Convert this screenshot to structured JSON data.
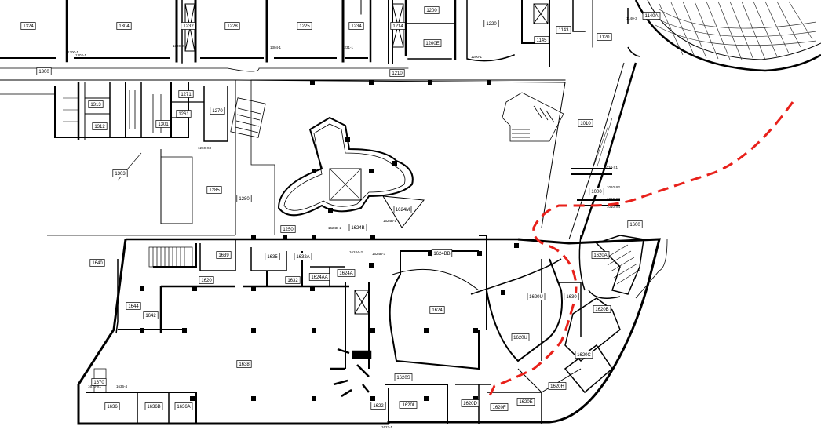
{
  "map": {
    "route_color": "#e8201a",
    "wall_color": "#000000",
    "rooms": [
      {
        "id": "r1324",
        "label": "1324"
      },
      {
        "id": "r1304",
        "label": "1304"
      },
      {
        "id": "r1232",
        "label": "1232"
      },
      {
        "id": "r1228",
        "label": "1228"
      },
      {
        "id": "r1225",
        "label": "1225"
      },
      {
        "id": "r1234",
        "label": "1234"
      },
      {
        "id": "r1214",
        "label": "1214"
      },
      {
        "id": "r1200",
        "label": "1200"
      },
      {
        "id": "r1200E",
        "label": "1200E"
      },
      {
        "id": "r1220",
        "label": "1220"
      },
      {
        "id": "r1143",
        "label": "1143"
      },
      {
        "id": "r1145",
        "label": "1145"
      },
      {
        "id": "r1120",
        "label": "1120"
      },
      {
        "id": "r1140A",
        "label": "1140A"
      },
      {
        "id": "r1300",
        "label": "1300"
      },
      {
        "id": "r1210",
        "label": "1210"
      },
      {
        "id": "r1271",
        "label": "1271"
      },
      {
        "id": "r1270",
        "label": "1270"
      },
      {
        "id": "r1261",
        "label": "1261"
      },
      {
        "id": "r1313",
        "label": "1313"
      },
      {
        "id": "r1312",
        "label": "1312"
      },
      {
        "id": "r1301",
        "label": "1301"
      },
      {
        "id": "r1303",
        "label": "1303"
      },
      {
        "id": "r1010",
        "label": "1010"
      },
      {
        "id": "r1000",
        "label": "1000"
      },
      {
        "id": "r1285",
        "label": "1285"
      },
      {
        "id": "r1280",
        "label": "1280"
      },
      {
        "id": "r1250",
        "label": "1250"
      },
      {
        "id": "r1624B",
        "label": "1624B"
      },
      {
        "id": "r1624M",
        "label": "1624M"
      },
      {
        "id": "r1640",
        "label": "1640"
      },
      {
        "id": "r1639",
        "label": "1639"
      },
      {
        "id": "r1635",
        "label": "1635"
      },
      {
        "id": "r1632A",
        "label": "1632A"
      },
      {
        "id": "r1632",
        "label": "1632"
      },
      {
        "id": "r1624AA",
        "label": "1624AA"
      },
      {
        "id": "r1624A",
        "label": "1624A"
      },
      {
        "id": "r1624BB",
        "label": "1624BB"
      },
      {
        "id": "r1620A",
        "label": "1620A"
      },
      {
        "id": "r1600",
        "label": "1600"
      },
      {
        "id": "r1620",
        "label": "1620"
      },
      {
        "id": "r1620B",
        "label": "1620B"
      },
      {
        "id": "r1644",
        "label": "1644"
      },
      {
        "id": "r1642",
        "label": "1642"
      },
      {
        "id": "r1630",
        "label": "1630"
      },
      {
        "id": "r1624",
        "label": "1624"
      },
      {
        "id": "r1620U",
        "label": "1620U"
      },
      {
        "id": "r1620C",
        "label": "1620C"
      },
      {
        "id": "r1638",
        "label": "1638"
      },
      {
        "id": "r1620S",
        "label": "1620S"
      },
      {
        "id": "r1670",
        "label": "1670"
      },
      {
        "id": "r1636",
        "label": "1636"
      },
      {
        "id": "r1636B",
        "label": "1636B"
      },
      {
        "id": "r1636A",
        "label": "1636A"
      },
      {
        "id": "r1622",
        "label": "1622"
      },
      {
        "id": "r1620I",
        "label": "1620I"
      },
      {
        "id": "r1620D",
        "label": "1620D"
      },
      {
        "id": "r1620F",
        "label": "1620F"
      },
      {
        "id": "r1620E",
        "label": "1620E"
      },
      {
        "id": "r1620H",
        "label": "1620H"
      },
      {
        "id": "r1620Ua",
        "label": "1620U"
      }
    ],
    "doors": [
      {
        "id": "d1",
        "label": "1300-1"
      },
      {
        "id": "d2",
        "label": "1302-1"
      },
      {
        "id": "d3",
        "label": "1300-2"
      },
      {
        "id": "d4",
        "label": "1304-1"
      },
      {
        "id": "d5",
        "label": "1231-1"
      },
      {
        "id": "d6",
        "label": "1200-1"
      },
      {
        "id": "d7",
        "label": "1140-3"
      },
      {
        "id": "d8",
        "label": "1260-X3"
      },
      {
        "id": "d9",
        "label": "1010-X1"
      },
      {
        "id": "d10",
        "label": "1010-X2"
      },
      {
        "id": "d11",
        "label": "1010-X3"
      },
      {
        "id": "d12",
        "label": "1010-X4"
      },
      {
        "id": "d13",
        "label": "1624B-2"
      },
      {
        "id": "d14",
        "label": "1624B-3"
      },
      {
        "id": "d15",
        "label": "1624A-2"
      },
      {
        "id": "d16",
        "label": "1624B-1"
      },
      {
        "id": "d17",
        "label": "1670-X1"
      },
      {
        "id": "d18",
        "label": "1636-4"
      },
      {
        "id": "d19",
        "label": "1622-1"
      }
    ]
  }
}
